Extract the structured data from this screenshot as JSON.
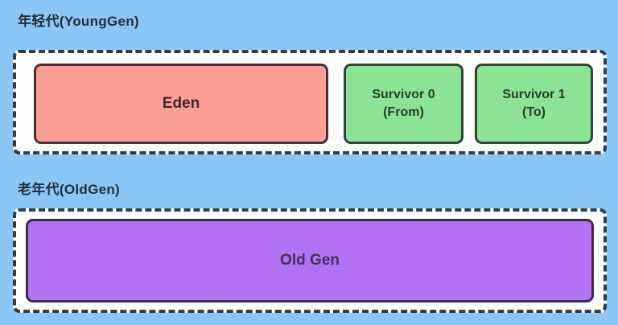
{
  "background_color": "#8CC6F4",
  "young_gen": {
    "title": "年轻代(YoungGen)",
    "title_color": "#1E2E38",
    "container_fill": "#FCFDFD",
    "container_border_color": "#333C44",
    "regions": [
      {
        "id": "eden",
        "label": "Eden",
        "fill": "#FB9E93",
        "border_color": "#4A2F33",
        "text_color": "#3D2827"
      },
      {
        "id": "survivor-0",
        "label": "Survivor 0",
        "sublabel": "(From)",
        "fill": "#8CE396",
        "border_color": "#2C4534",
        "text_color": "#25402B"
      },
      {
        "id": "survivor-1",
        "label": "Survivor 1",
        "sublabel": "(To)",
        "fill": "#8CE396",
        "border_color": "#2C4534",
        "text_color": "#25402B"
      }
    ]
  },
  "old_gen": {
    "title": "老年代(OldGen)",
    "title_color": "#1E2E38",
    "container_fill": "#FCFDFD",
    "container_border_color": "#333C44",
    "regions": [
      {
        "id": "old-gen",
        "label": "Old Gen",
        "fill": "#B272F3",
        "border_color": "#3C2B50",
        "text_color": "#43305C"
      }
    ]
  }
}
